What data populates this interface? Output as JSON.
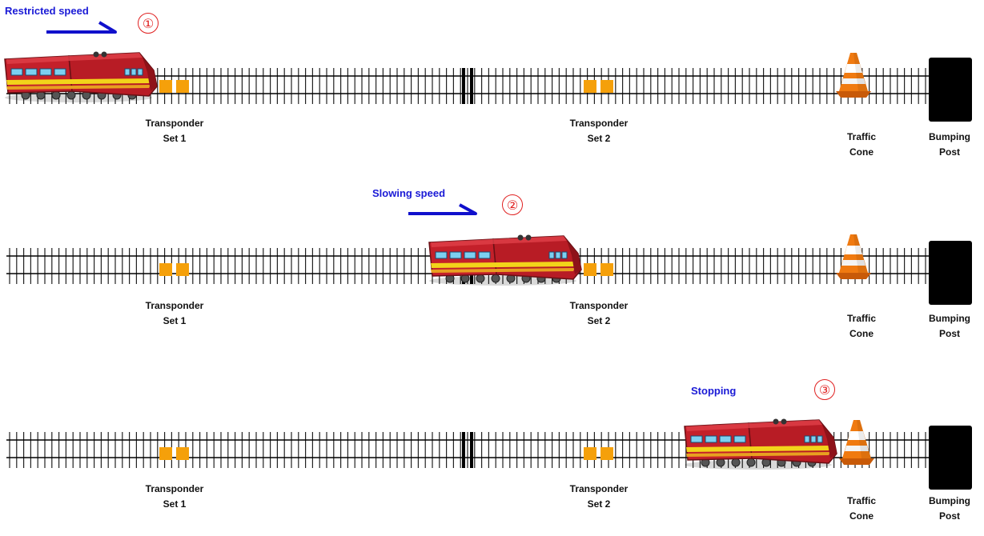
{
  "scenes": [
    {
      "speed_label": "Restricted speed",
      "step": "①",
      "labels": {
        "transponder1": [
          "Transponder",
          "Set 1"
        ],
        "transponder2": [
          "Transponder",
          "Set 2"
        ],
        "cone": [
          "Traffic",
          "Cone"
        ],
        "post": [
          "Bumping",
          "Post"
        ]
      }
    },
    {
      "speed_label": "Slowing speed",
      "step": "②",
      "labels": {
        "transponder1": [
          "Transponder",
          "Set 1"
        ],
        "transponder2": [
          "Transponder",
          "Set 2"
        ],
        "cone": [
          "Traffic",
          "Cone"
        ],
        "post": [
          "Bumping",
          "Post"
        ]
      }
    },
    {
      "speed_label": "Stopping",
      "step": "③",
      "labels": {
        "transponder1": [
          "Transponder",
          "Set 1"
        ],
        "transponder2": [
          "Transponder",
          "Set 2"
        ],
        "cone": [
          "Traffic",
          "Cone"
        ],
        "post": [
          "Bumping",
          "Post"
        ]
      }
    }
  ],
  "colors": {
    "speed_text": "#1a1ad6",
    "speed_arrow": "#1010cc",
    "step_circle": "#e02020",
    "transponder": "#f5a00a",
    "train_body": "#c4202a",
    "train_stripe": "#f2d41a",
    "cone": "#f07a10",
    "bumping_post": "#000000"
  },
  "icons": [
    "train-icon",
    "traffic-cone-icon",
    "bumping-post-icon",
    "transponder-icon",
    "speed-arrow-icon"
  ]
}
